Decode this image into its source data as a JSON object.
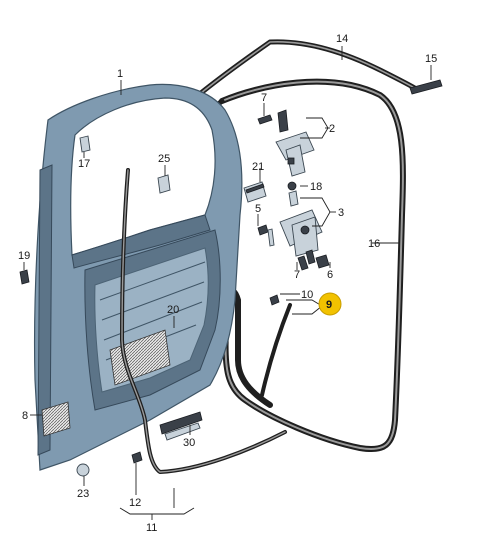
{
  "diagram": {
    "callouts": {
      "p1": "1",
      "p2": "2",
      "p3": "3",
      "p5": "5",
      "p6": "6",
      "p7a": "7",
      "p7b": "7",
      "p8": "8",
      "p9": "9",
      "p10": "10",
      "p11": "11",
      "p12": "12",
      "p14": "14",
      "p15": "15",
      "p16": "16",
      "p17": "17",
      "p18": "18",
      "p19": "19",
      "p20": "20",
      "p21": "21",
      "p23": "23",
      "p25": "25",
      "p30": "30"
    },
    "colors": {
      "door": "#7f9ab0",
      "door_dark": "#5c7488",
      "seal": "#1f1f1f",
      "highlight": "#f2c200"
    },
    "highlighted_callout": "9"
  }
}
